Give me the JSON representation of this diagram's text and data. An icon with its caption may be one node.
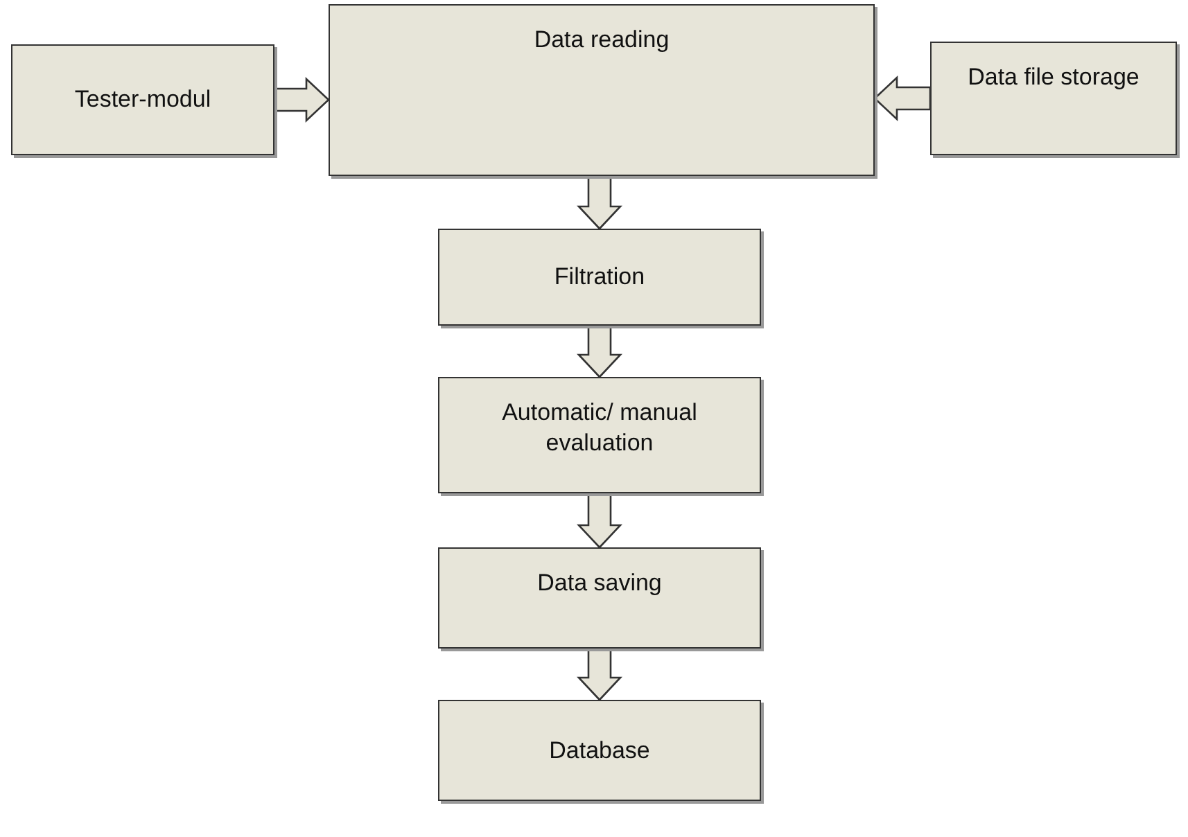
{
  "diagram": {
    "nodes": [
      {
        "text": [
          "Tester-modul"
        ]
      },
      {
        "text": [
          "Data reading"
        ]
      },
      {
        "text": [
          "Data file storage"
        ]
      },
      {
        "text": [
          "Filtration"
        ]
      },
      {
        "text": [
          "Automatic/ manual evaluation"
        ]
      },
      {
        "text": [
          "Data saving"
        ]
      },
      {
        "text": [
          "Database"
        ]
      }
    ],
    "edges": [
      {
        "from": 0,
        "to": 1,
        "arrow": "to"
      },
      {
        "from": 2,
        "to": 1,
        "arrow": "to"
      },
      {
        "from": 1,
        "to": 3,
        "arrow": "to"
      },
      {
        "from": 3,
        "to": 4,
        "arrow": "to"
      },
      {
        "from": 4,
        "to": 5,
        "arrow": "to"
      },
      {
        "from": 5,
        "to": 6,
        "arrow": "to"
      }
    ]
  }
}
